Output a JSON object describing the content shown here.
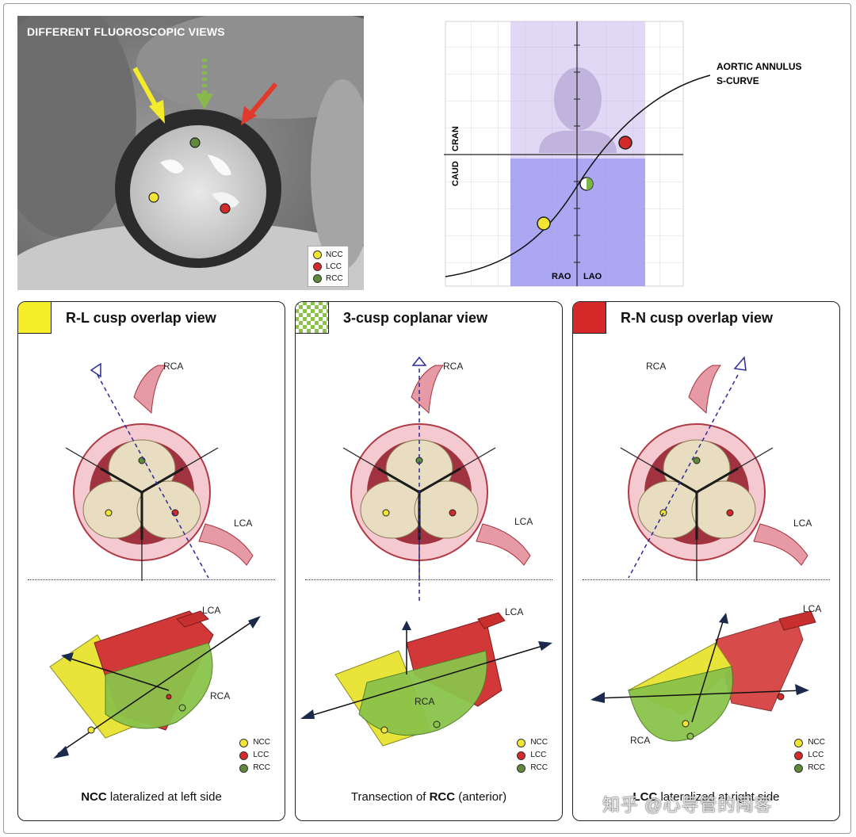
{
  "ct_image": {
    "title": "DIFFERENT FLUOROSCOPIC VIEWS",
    "legend": [
      {
        "label": "NCC",
        "color": "#f2e632"
      },
      {
        "label": "LCC",
        "color": "#d62a2a"
      },
      {
        "label": "RCC",
        "color": "#5e8a3a"
      }
    ]
  },
  "s_curve_graph": {
    "title_line1": "AORTIC ANNULUS",
    "title_line2": "S-CURVE",
    "label_cran": "CRAN",
    "label_caud": "CAUD",
    "label_rao": "RAO",
    "label_lao": "LAO",
    "points": [
      "NCC",
      "RCC/3-cusp",
      "LCC"
    ]
  },
  "panels": [
    {
      "title": "R-L cusp overlap view",
      "swatch": "yellow",
      "rca_label": "RCA",
      "lca_label": "LCA",
      "lower_lca_label": "LCA",
      "lower_rca_label": "RCA",
      "caption_bold": "NCC",
      "caption_rest": " lateralized at left side",
      "legend": [
        "NCC",
        "LCC",
        "RCC"
      ]
    },
    {
      "title": "3-cusp coplanar view",
      "swatch": "checker",
      "rca_label": "RCA",
      "lca_label": "LCA",
      "lower_lca_label": "LCA",
      "lower_rca_label": "RCA",
      "caption_pre": "Transection of ",
      "caption_bold": "RCC",
      "caption_rest": " (anterior)",
      "legend": [
        "NCC",
        "LCC",
        "RCC"
      ]
    },
    {
      "title": "R-N cusp overlap view",
      "swatch": "red",
      "rca_label": "RCA",
      "lca_label": "LCA",
      "lower_lca_label": "LCA",
      "lower_rca_label": "RCA",
      "caption_bold": "LCC",
      "caption_rest": " lateralized at right side",
      "legend": [
        "NCC",
        "LCC",
        "RCC"
      ]
    }
  ],
  "watermark": "知乎 @心导管的闯客",
  "colors": {
    "ncc": "#f2e632",
    "lcc": "#d62a2a",
    "rcc": "#5e8a3a"
  }
}
